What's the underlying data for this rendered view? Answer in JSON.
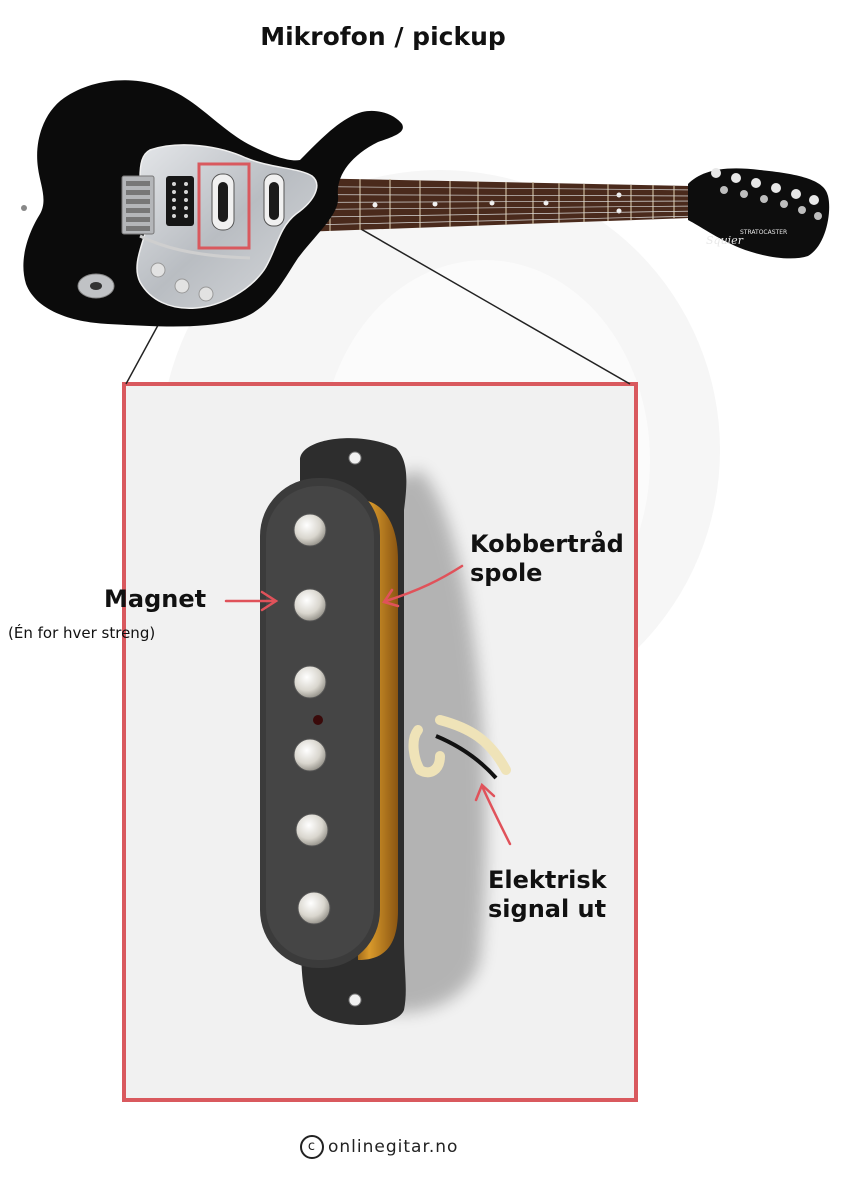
{
  "title": "Mikrofon / pickup",
  "labels": {
    "magnet": "Magnet",
    "magnet_note": "(Én for hver streng)",
    "coil_line1": "Kobbertråd",
    "coil_line2": "spole",
    "signal_line1": "Elektrisk",
    "signal_line2": "signal ut"
  },
  "headstock_text": {
    "brand": "Squier",
    "model": "STRATOCASTER"
  },
  "copyright": "onlinegitar.no",
  "colors": {
    "highlight_red": "#d9595e",
    "arrow_red": "#e0525a",
    "guitar_body": "#0b0b0b",
    "pickguard": "#c9ccd0",
    "fretboard": "#4a2a1c",
    "coil": "#c9831c"
  }
}
